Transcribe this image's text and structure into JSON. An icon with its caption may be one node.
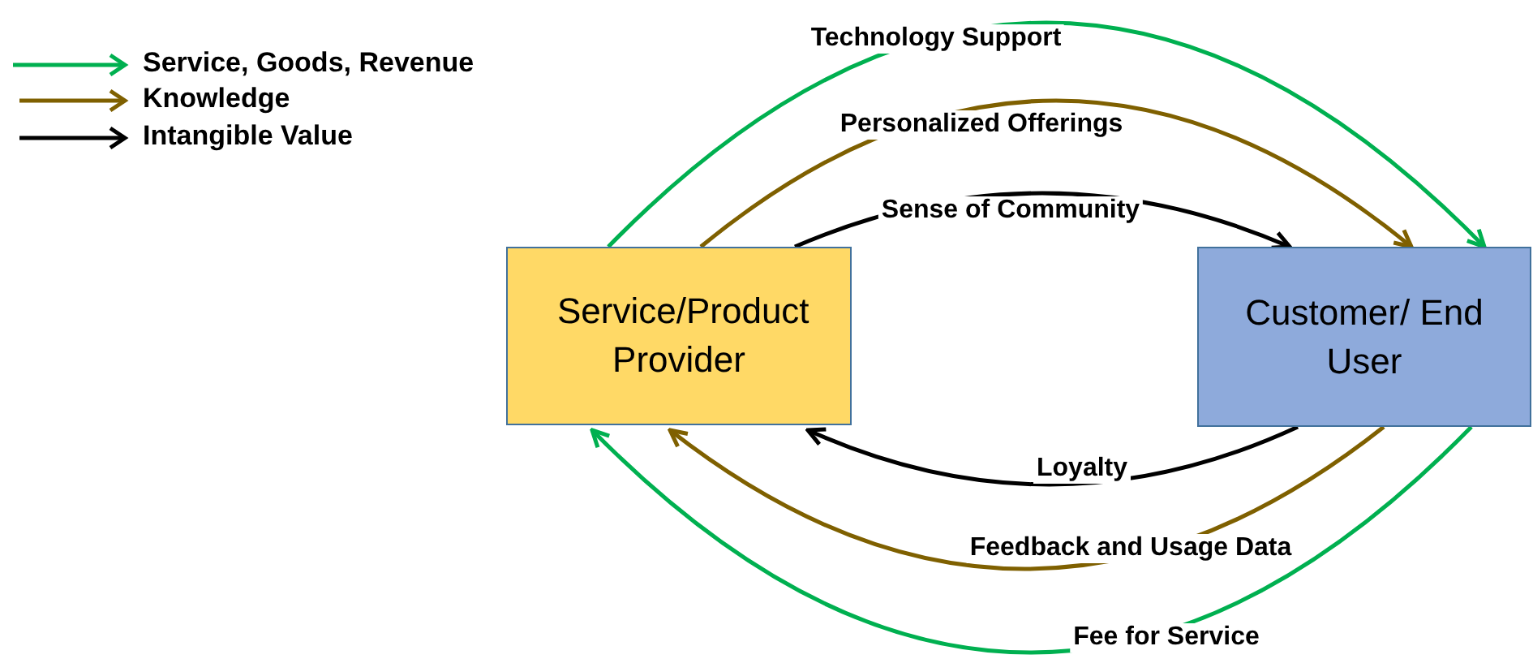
{
  "diagram": {
    "nodes": [
      {
        "text": [
          "Service/Product Provider"
        ]
      },
      {
        "text": [
          "Customer/ End User"
        ]
      }
    ],
    "edges": [
      {
        "from": 0,
        "to": 1,
        "arrow": "to",
        "label": "Technology Support",
        "color": "#00b050"
      },
      {
        "from": 0,
        "to": 1,
        "arrow": "to",
        "label": "Personalized Offerings",
        "color": "#7f6000"
      },
      {
        "from": 0,
        "to": 1,
        "arrow": "to",
        "label": "Sense of Community",
        "color": "#000000"
      },
      {
        "from": 1,
        "to": 0,
        "arrow": "to",
        "label": "Loyalty",
        "color": "#000000"
      },
      {
        "from": 1,
        "to": 0,
        "arrow": "to",
        "label": "Feedback and Usage Data",
        "color": "#7f6000"
      },
      {
        "from": 1,
        "to": 0,
        "arrow": "to",
        "label": "Fee for Service",
        "color": "#00b050"
      }
    ],
    "legend": [
      {
        "text": "Service, Goods, Revenue"
      },
      {
        "text": "Knowledge"
      },
      {
        "text": "Intangible Value"
      }
    ]
  }
}
